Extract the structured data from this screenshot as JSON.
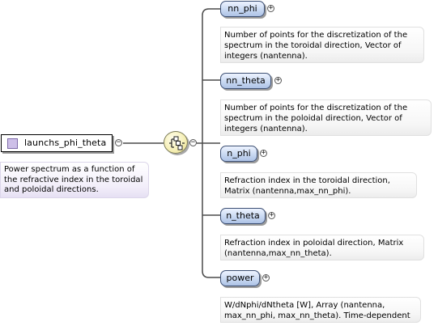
{
  "root": {
    "name": "launchs_phi_theta",
    "doc": "Power spectrum as a function of the refractive index in the toroidal and poloidal directions.",
    "icon": "element-icon",
    "toggle_symbol": "−"
  },
  "sequence": {
    "icon": "sequence-compositor-icon",
    "toggle_symbol": "−"
  },
  "children": [
    {
      "name": "nn_phi",
      "doc": "Number of points for the discretization of the spectrum in the toroidal direction, Vector of integers (nantenna).",
      "toggle_symbol": "+"
    },
    {
      "name": "nn_theta",
      "doc": "Number of points for the discretization of the spectrum in the poloidal direction, Vector of integers (nantenna).",
      "toggle_symbol": "+"
    },
    {
      "name": "n_phi",
      "doc": "Refraction index in the toroidal direction, Matrix (nantenna,max_nn_phi).",
      "toggle_symbol": "+"
    },
    {
      "name": "n_theta",
      "doc": "Refraction index in poloidal direction, Matrix (nantenna,max_nn_theta).",
      "toggle_symbol": "+"
    },
    {
      "name": "power",
      "doc": "W/dNphi/dNtheta [W], Array (nantenna, max_nn_phi, max_nn_theta). Time-dependent",
      "toggle_symbol": "+"
    }
  ],
  "colors": {
    "child_box_fill": "#c9d9f2",
    "child_box_border": "#3c4f73",
    "root_icon": "#cdbfe8",
    "sequence_fill": "#f6f0b8",
    "connector": "#4a4a4a"
  }
}
